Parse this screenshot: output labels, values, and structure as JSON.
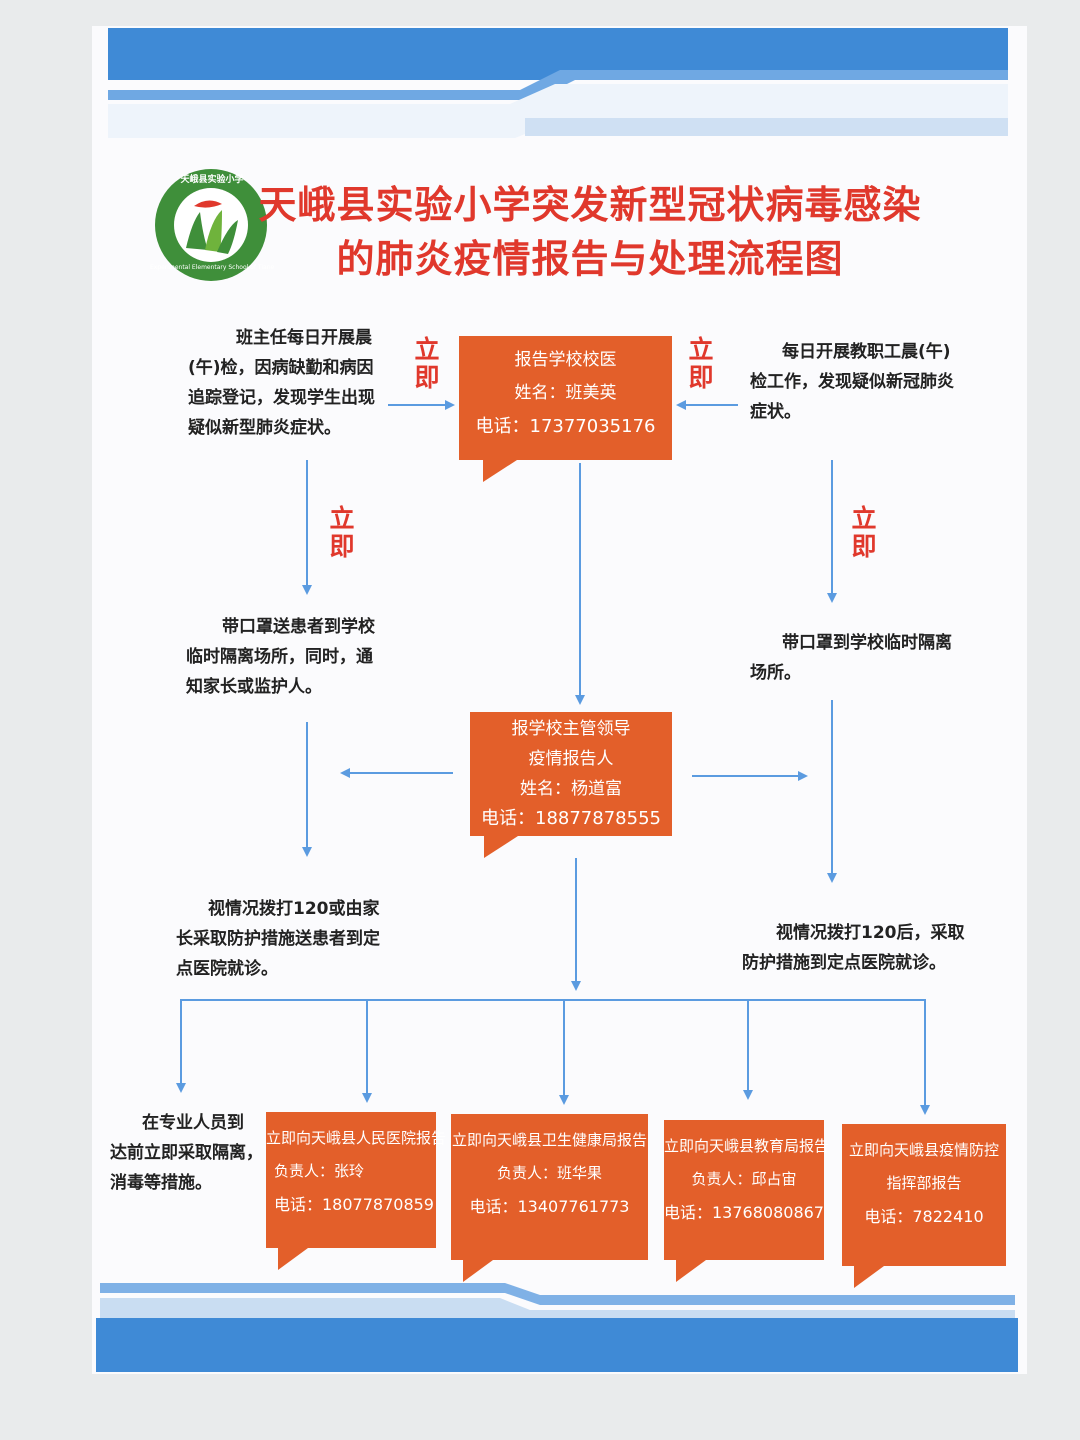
{
  "title": {
    "line1": "天峨县实验小学突发新型冠状病毒感染",
    "line2": "的肺炎疫情报告与处理流程图"
  },
  "logo": {
    "ring_text_top": "天峨县实验小学",
    "ring_text_bottom": "Experimental Elementary School of Tiane"
  },
  "colors": {
    "accent_red": "#e0382c",
    "box_orange": "#e35f2a",
    "band_blue": "#3f8ad6",
    "arrow_blue": "#5b9be0"
  },
  "immediately": "立即",
  "left_text_1": [
    "班主任每日开展晨",
    "(午)检，因病缺勤和病因",
    "追踪登记，发现学生出现",
    "疑似新型肺炎症状。"
  ],
  "right_text_1": [
    "每日开展教职工晨(午)",
    "检工作，发现疑似新冠肺炎",
    "症状。"
  ],
  "box_doctor": [
    "报告学校校医",
    "姓名：班美英",
    "电话：17377035176"
  ],
  "left_text_2": [
    "带口罩送患者到学校",
    "临时隔离场所，同时，通",
    "知家长或监护人。"
  ],
  "right_text_2": [
    "带口罩到学校临时隔离",
    "场所。"
  ],
  "box_leader": [
    "报学校主管领导",
    "疫情报告人",
    "姓名：杨道富",
    "电话：18877878555"
  ],
  "left_text_3": [
    "视情况拨打120或由家",
    "长采取防护措施送患者到定",
    "点医院就诊。"
  ],
  "right_text_3": [
    "视情况拨打120后，采取",
    "防护措施到定点医院就诊。"
  ],
  "bottom_left_text": [
    "在专业人员到",
    "达前立即采取隔离，",
    "消毒等措施。"
  ],
  "bottom_boxes": [
    [
      "立即向天峨县人民医院报告",
      "负责人：张玲",
      "电话：18077870859"
    ],
    [
      "立即向天峨县卫生健康局报告",
      "负责人：班华果",
      "电话：13407761773"
    ],
    [
      "立即向天峨县教育局报告",
      "负责人：邱占宙",
      "电话：13768080867"
    ],
    [
      "立即向天峨县疫情防控",
      "指挥部报告",
      "电话：7822410"
    ]
  ]
}
